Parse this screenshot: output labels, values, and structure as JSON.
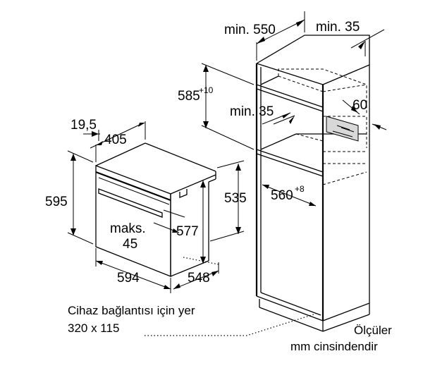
{
  "cabinet_dims": {
    "width_min": "min. 550",
    "gap_min": "min. 35",
    "niche_height": "585",
    "niche_height_tol": "+10",
    "vent_min": "min. 35",
    "vent_depth": "60",
    "opening_width": "560",
    "opening_width_tol": "+8"
  },
  "oven_dims": {
    "side": "19,5",
    "top_depth": "405",
    "height": "595",
    "inner_height": "535",
    "max_label": "maks.",
    "max_value": "45",
    "body_height": "577",
    "width": "594",
    "depth": "548"
  },
  "notes": {
    "connection_line1": "Cihaz bağlantısı için yer",
    "connection_line2": "320 x 115",
    "units_line1": "Ölçüler",
    "units_line2": "mm cinsindendir"
  }
}
